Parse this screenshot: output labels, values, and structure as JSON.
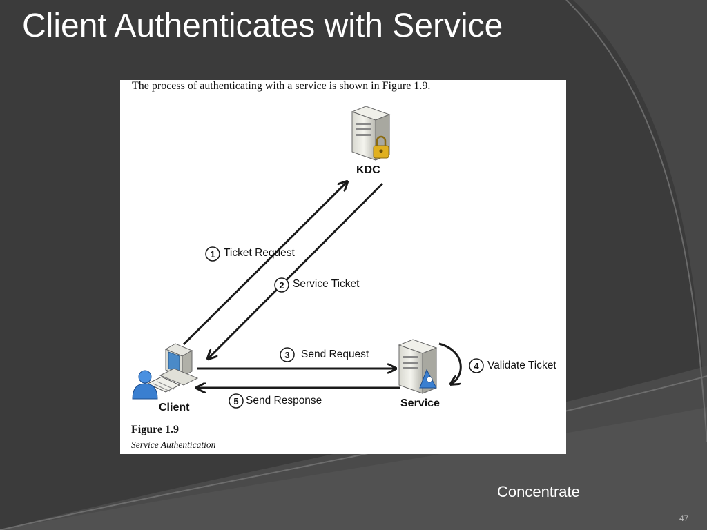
{
  "slide": {
    "title": "Client Authenticates with Service",
    "note": "Concentrate",
    "page_number": "47"
  },
  "figure": {
    "intro_text": "The process of authenticating with a service is shown in Figure 1.9.",
    "number": "Figure 1.9",
    "caption": "Service Authentication",
    "nodes": {
      "kdc": "KDC",
      "client": "Client",
      "service": "Service"
    },
    "steps": [
      {
        "num": "1",
        "label": "Ticket Request"
      },
      {
        "num": "2",
        "label": "Service Ticket"
      },
      {
        "num": "3",
        "label": "Send Request"
      },
      {
        "num": "4",
        "label": "Validate Ticket"
      },
      {
        "num": "5",
        "label": "Send Response"
      }
    ]
  },
  "colors": {
    "slide_background": "#3d3d3d",
    "curve_light": "#5a5a5a",
    "arrow": "#1a1a1a",
    "server_body": "#e8e8e0",
    "user_blue": "#3a7fd0",
    "lock_gold": "#e0b020"
  },
  "icons": [
    "kdc-server-icon",
    "padlock-icon",
    "service-server-icon",
    "user-person-icon",
    "computer-terminal-icon",
    "keyboard-icon"
  ]
}
